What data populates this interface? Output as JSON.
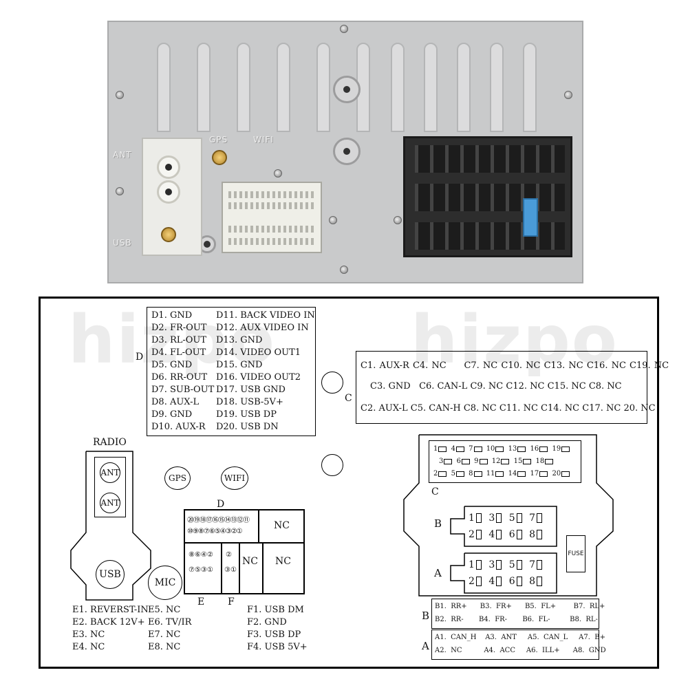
{
  "photo": {
    "labels": {
      "ant": "ANT",
      "usb": "USB",
      "gps": "GPS",
      "wifi": "WIFI"
    }
  },
  "diagram": {
    "watermark": [
      "hizpo",
      "hizpo"
    ],
    "d_section": {
      "letter": "D",
      "left": [
        "D1. GND",
        "D2. FR-OUT",
        "D3. RL-OUT",
        "D4. FL-OUT",
        "D5. GND",
        "D6. RR-OUT",
        "D7. SUB-OUT",
        "D8. AUX-L",
        "D9. GND",
        "D10. AUX-R"
      ],
      "right": [
        "D11. BACK VIDEO IN",
        "D12. AUX VIDEO IN",
        "D13. GND",
        "D14. VIDEO OUT1",
        "D15. GND",
        "D16. VIDEO OUT2",
        "D17. USB GND",
        "D18. USB-5V+",
        "D19. USB DP",
        "D20. USB DN"
      ]
    },
    "c_section": {
      "letter": "C",
      "rows": [
        [
          "C1. AUX-R",
          "C4. NC",
          "C7. NC",
          "C10. NC",
          "C13. NC",
          "C16. NC",
          "C19. NC"
        ],
        [
          "C3. GND",
          "C6. CAN-L",
          "C9. NC",
          "C12. NC",
          "C15. NC",
          "C8. NC"
        ],
        [
          "C2. AUX-L",
          "C5. CAN-H",
          "C8. NC",
          "C11. NC",
          "C14. NC",
          "C17. NC",
          "20. NC"
        ]
      ]
    },
    "radio": {
      "title": "RADIO",
      "ant1": "ANT",
      "ant2": "ANT",
      "usb": "USB"
    },
    "gps": "GPS",
    "wifi": "WIFI",
    "mic": "MIC",
    "harness": {
      "d_letter": "D",
      "e_letter": "E",
      "f_letter": "F",
      "nc1": "NC",
      "nc2": "NC",
      "nc3": "NC",
      "row_top": "⑳⑲⑱⑰⑯⑮⑭⑬⑫⑪",
      "row_bottom": "⑩⑨⑧⑦⑥⑤④③②①",
      "e_top": "⑧⑥④②",
      "e_bottom": "⑦⑤③①",
      "f_top": "②",
      "f_bottom": "③①"
    },
    "e_list_1": [
      "E1. REVERST-IN",
      "E2. BACK 12V+",
      "E3. NC",
      "E4. NC"
    ],
    "e_list_2": [
      "E5. NC",
      "E6. TV/IR",
      "E7. NC",
      "E8. NC"
    ],
    "f_list": [
      "F1. USB DM",
      "F2. GND",
      "F3. USB DP",
      "F4. USB 5V+"
    ],
    "c_connector": {
      "letter": "C",
      "row1": [
        "1",
        "4",
        "7",
        "10",
        "13",
        "16",
        "19"
      ],
      "row2": [
        "3",
        "6",
        "9",
        "12",
        "15",
        "18"
      ],
      "row3": [
        "2",
        "5",
        "8",
        "11",
        "14",
        "17",
        "20"
      ]
    },
    "b_block": {
      "letter": "B",
      "row1": [
        "1",
        "3",
        "5",
        "7"
      ],
      "row2": [
        "2",
        "4",
        "6",
        "8"
      ]
    },
    "a_block": {
      "letter": "A",
      "row1": [
        "1",
        "3",
        "5",
        "7"
      ],
      "row2": [
        "2",
        "4",
        "6",
        "8"
      ]
    },
    "fuse": "FUSE",
    "b_table": {
      "letter": "B",
      "rows": [
        [
          "B1.",
          "RR+",
          "B3.",
          "FR+",
          "B5.",
          "FL+",
          "B7.",
          "RL+"
        ],
        [
          "B2.",
          "RR-",
          "B4.",
          "FR-",
          "B6.",
          "FL-",
          "B8.",
          "RL-"
        ]
      ]
    },
    "a_table": {
      "letter": "A",
      "rows": [
        [
          "A1.",
          "CAN_H",
          "A3.",
          "ANT",
          "A5.",
          "CAN_L",
          "A7.",
          "B+"
        ],
        [
          "A2.",
          "NC",
          "A4.",
          "ACC",
          "A6.",
          "ILL+",
          "A8.",
          "GND"
        ]
      ]
    }
  }
}
